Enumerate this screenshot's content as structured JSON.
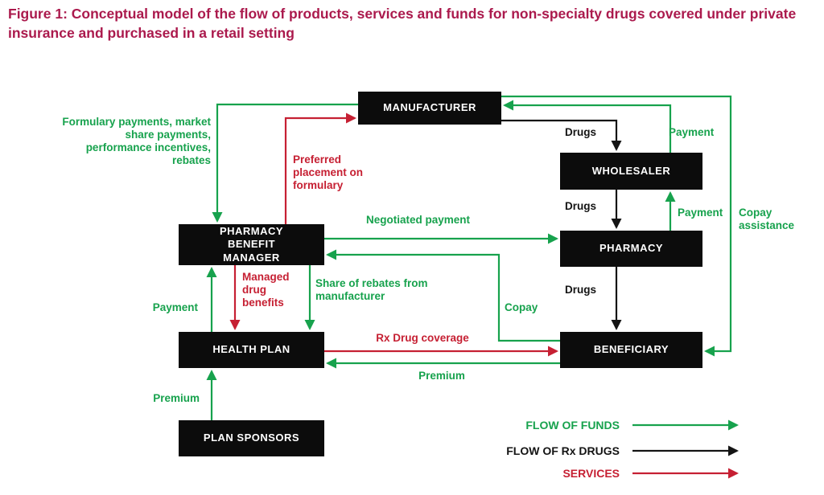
{
  "title": "Figure 1: Conceptual model of the flow of products, services and funds for non-specialty drugs covered under private insurance and purchased in a retail setting",
  "colors": {
    "title": "#ab1a4d",
    "funds": "#17a24d",
    "drugs": "#141414",
    "services": "#c62033",
    "box_bg": "#0c0c0c",
    "box_text": "#ffffff"
  },
  "nodes": {
    "manufacturer": "MANUFACTURER",
    "wholesaler": "WHOLESALER",
    "pharmacy": "PHARMACY",
    "pbm": "PHARMACY BENEFIT MANAGER",
    "health_plan": "HEALTH PLAN",
    "beneficiary": "BENEFICIARY",
    "plan_sponsors": "PLAN SPONSORS"
  },
  "flow_labels": {
    "formulary_payments": "Formulary payments, market share payments, performance incentives, rebates",
    "preferred_placement": "Preferred placement on formulary",
    "drugs_manufacturer_wholesaler": "Drugs",
    "payment_wholesaler_manufacturer": "Payment",
    "drugs_wholesaler_pharmacy": "Drugs",
    "payment_pharmacy_wholesaler": "Payment",
    "negotiated_payment": "Negotiated payment",
    "copay_assistance": "Copay assistance",
    "managed_drug_benefits": "Managed drug benefits",
    "share_of_rebates": "Share of rebates from manufacturer",
    "payment_healthplan_pbm": "Payment",
    "copay": "Copay",
    "drugs_pharmacy_beneficiary": "Drugs",
    "rx_drug_coverage": "Rx Drug coverage",
    "premium_beneficiary": "Premium",
    "premium_sponsors": "Premium"
  },
  "legend": [
    {
      "label": "FLOW OF FUNDS",
      "type": "funds"
    },
    {
      "label": "FLOW OF Rx DRUGS",
      "type": "drugs"
    },
    {
      "label": "SERVICES",
      "type": "services"
    }
  ]
}
